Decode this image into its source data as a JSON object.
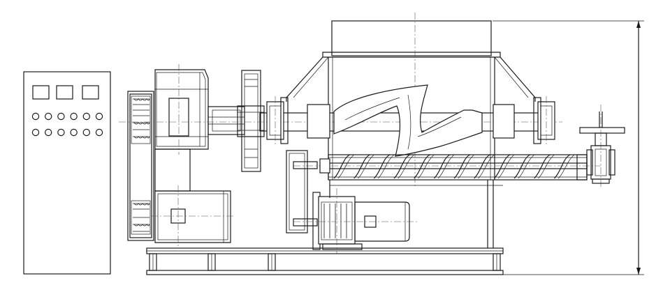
{
  "drawing": {
    "type": "engineering-side-elevation",
    "components": [
      "control-cabinet",
      "belt-drive-pulley",
      "bearing-housing",
      "main-motor",
      "coupling-flange",
      "mixing-chamber",
      "agitator-paddle",
      "screw-conveyor",
      "gear-motor",
      "discharge-valve",
      "base-frame",
      "height-dimension"
    ],
    "control_panel": {
      "display_windows": 3,
      "indicator_rows": 2,
      "indicators_per_row": 6
    },
    "screw_flights": 12
  }
}
